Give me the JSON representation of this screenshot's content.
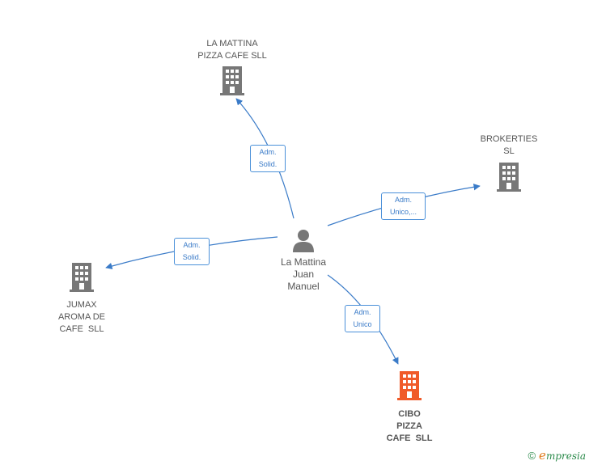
{
  "colors": {
    "edge": "#3a7bc8",
    "building": "#777777",
    "building_focal": "#f05a28",
    "person": "#777777"
  },
  "center": {
    "name_lines": [
      "La Mattina",
      "Juan",
      "Manuel"
    ],
    "icon": "person-icon"
  },
  "companies": [
    {
      "id": "la-mattina-pizza-cafe",
      "name_lines": [
        "LA MATTINA",
        "PIZZA CAFE SLL"
      ],
      "icon": "building-icon"
    },
    {
      "id": "brokerties",
      "name_lines": [
        "BROKERTIES",
        "SL"
      ],
      "icon": "building-icon"
    },
    {
      "id": "jumax-aroma-de-cafe",
      "name_lines": [
        "JUMAX",
        "AROMA DE",
        "CAFE  SLL"
      ],
      "icon": "building-icon"
    },
    {
      "id": "cibo-pizza-cafe",
      "name_lines": [
        "CIBO",
        "PIZZA",
        "CAFE  SLL"
      ],
      "icon": "building-icon",
      "focal": true
    }
  ],
  "relations": [
    {
      "target": "la-mattina-pizza-cafe",
      "label_lines": [
        "Adm.",
        "Solid."
      ]
    },
    {
      "target": "brokerties",
      "label_lines": [
        "Adm.",
        "Unico,..."
      ]
    },
    {
      "target": "jumax-aroma-de-cafe",
      "label_lines": [
        "Adm.",
        "Solid."
      ]
    },
    {
      "target": "cibo-pizza-cafe",
      "label_lines": [
        "Adm.",
        "Unico"
      ]
    }
  ],
  "footer": {
    "copyright_symbol": "©",
    "brand_initial": "e",
    "brand_rest": "mpresia"
  }
}
